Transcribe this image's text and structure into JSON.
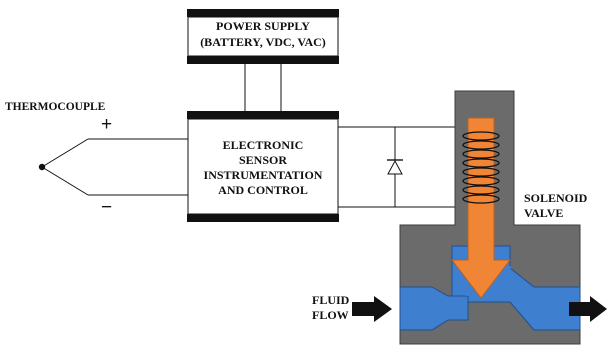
{
  "power_supply": {
    "line1": "POWER SUPPLY",
    "line2": "(BATTERY, VDC, VAC)"
  },
  "electronic_block": {
    "lines": [
      "ELECTRONIC",
      "SENSOR",
      "INSTRUMENTATION",
      "AND CONTROL"
    ]
  },
  "thermocouple": {
    "label": "THERMOCOUPLE",
    "plus": "+",
    "minus": "−"
  },
  "solenoid": {
    "line1": "SOLENOID",
    "line2": "VALVE"
  },
  "fluid_flow": {
    "line1": "FLUID",
    "line2": "FLOW"
  },
  "colors": {
    "valve_body": "#6b6b6b",
    "fluid": "#3f7fd0",
    "plunger": "#ef8535",
    "line": "#111111"
  }
}
